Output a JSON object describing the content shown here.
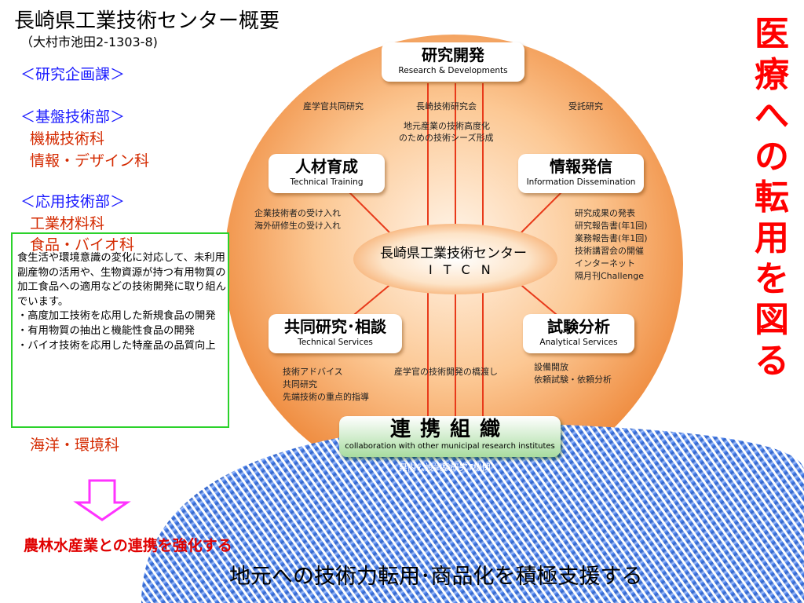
{
  "header": {
    "title": "長崎県工業技術センター概要",
    "address": "（大村市池田2-1303-8)"
  },
  "org": {
    "planning": "＜研究企画課＞",
    "kiban": "＜基盤技術部＞",
    "kiban_items": [
      "機械技術科",
      "情報・デザイン科"
    ],
    "ouyou": "＜応用技術部＞",
    "ouyou_item1": "工業材料科",
    "food_title": "食品・バイオ科",
    "food_body": "食生活や環境意識の変化に対応して、未利用副産物の活用や、生物資源が持つ有用物質の加工食品への適用などの技術開発に取り組んでいます。\n・高度加工技術を応用した新規食品の開発\n・有用物質の抽出と機能性食品の開発\n・バイオ技術を応用した特産品の品質向上",
    "ocean": "海洋・環境科"
  },
  "vertical_text": [
    "医",
    "療",
    "へ",
    "の",
    "転",
    "用",
    "を",
    "図",
    "る"
  ],
  "diagram": {
    "center_ja": "長崎県工業技術センター",
    "center_en": "ITCN",
    "research": {
      "ja": "研究開発",
      "en": "Research & Developments"
    },
    "research_notes": {
      "left": "産学官共同研究",
      "mid": "長崎技術研究会",
      "right": "受託研究",
      "mid2": "地元産業の技術高度化",
      "mid3": "のための技術シーズ形成"
    },
    "training": {
      "ja": "人材育成",
      "en": "Technical Training"
    },
    "training_notes": [
      "企業技術者の受け入れ",
      "海外研修生の受け入れ"
    ],
    "info": {
      "ja": "情報発信",
      "en": "Information Dissemination"
    },
    "info_notes": [
      "研究成果の発表",
      "研究報告書(年1回)",
      "業務報告書(年1回)",
      "技術講習会の開催",
      "インターネット",
      "隔月刊Challenge"
    ],
    "joint": {
      "ja": "共同研究･相談",
      "en": "Technical Services"
    },
    "joint_notes": [
      "技術アドバイス",
      "共同研究",
      "先端技術の重点的指導"
    ],
    "joint_mid": "産学官の技術開発の橋渡し",
    "analysis": {
      "ja": "試験分析",
      "en": "Analytical Services"
    },
    "analysis_notes": [
      "設備開放",
      "依頼試験・依頼分析"
    ],
    "renkei": {
      "ja": "連携組織",
      "en": "collaboration with other municipal research institutes"
    },
    "renkei_sub": "県内公設試験研究7機関"
  },
  "footer": {
    "red_text": "農林水産業との連携を強化する",
    "black_text": "地元への技術力転用･商品化を積極支援する"
  },
  "colors": {
    "orange_light": "#fde0c4",
    "orange_dark": "#f08a3a",
    "blue_band": "#2a5fc8",
    "red": "#ff0000",
    "green_border": "#2bd22b",
    "magenta_arrow": "#ff33ff"
  }
}
